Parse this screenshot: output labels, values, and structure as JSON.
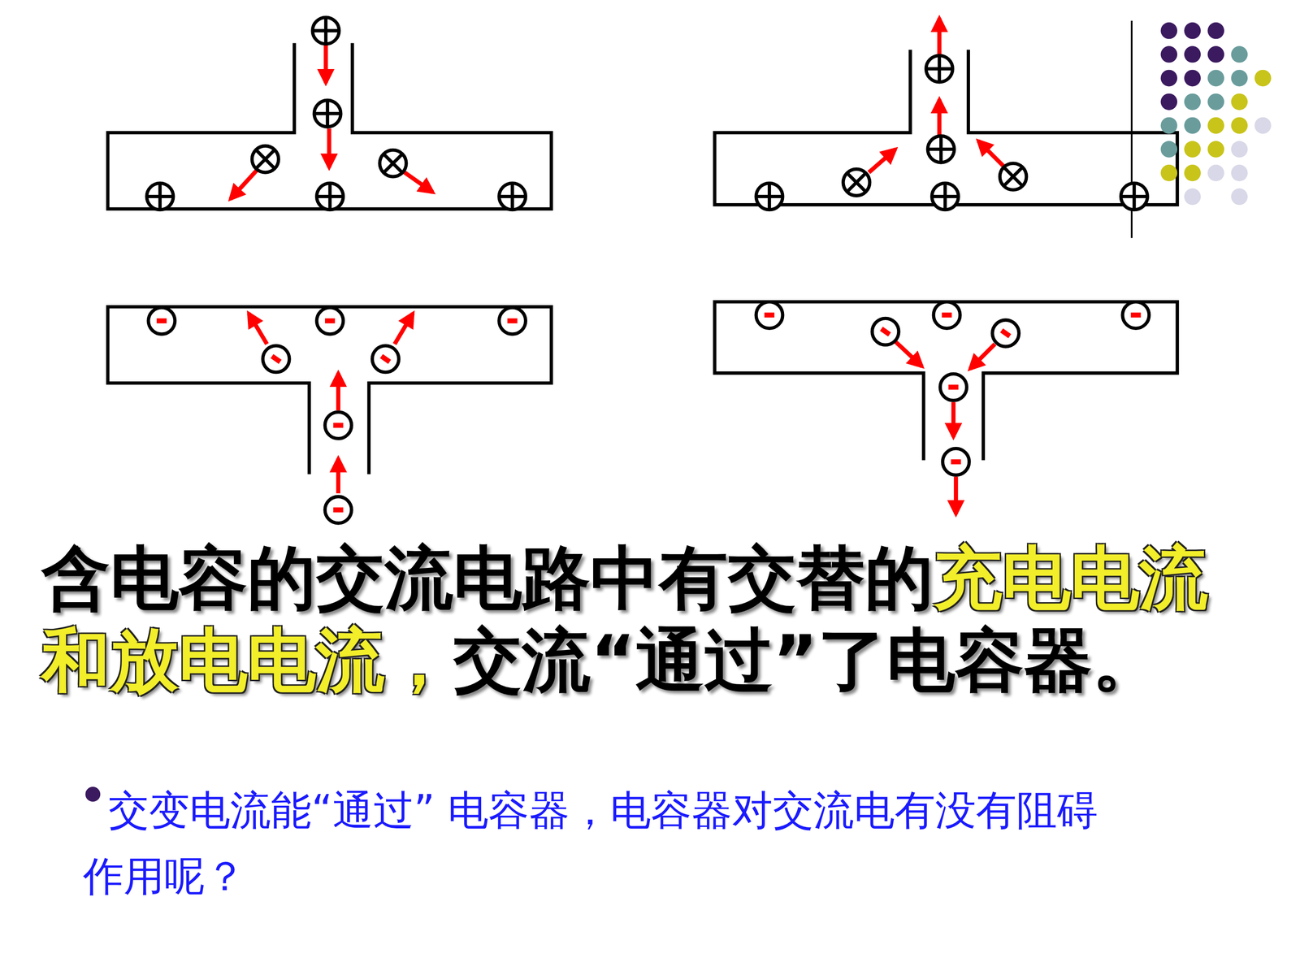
{
  "diagram": {
    "labels": [
      "含电容的交流电路中有交替的",
      "充电电流和放电电流，",
      "交流“通过”了电容器。",
      "交变电流能“通过” 电容器，电容器对交流电有没有阻碍作用呢？"
    ]
  }
}
